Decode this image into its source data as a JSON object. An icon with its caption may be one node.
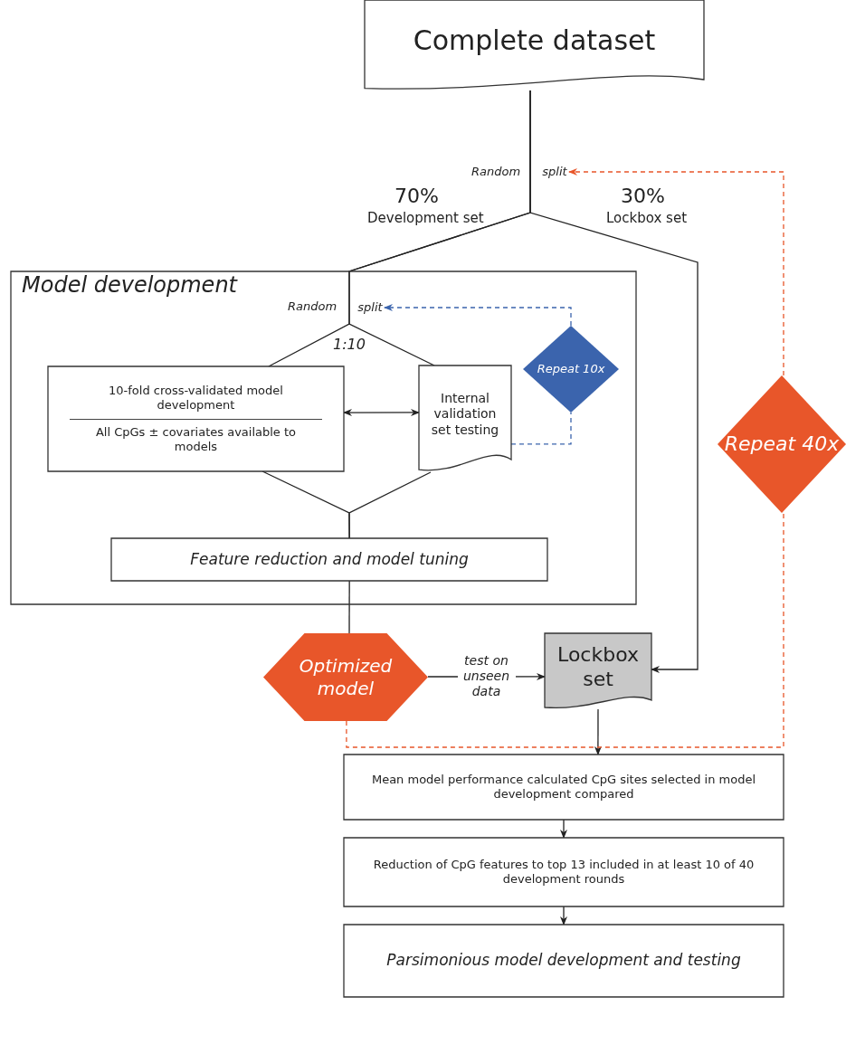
{
  "diagram": {
    "nodes": [
      {
        "text": [
          "Complete dataset"
        ]
      },
      {
        "text": [
          "Model development"
        ]
      },
      {
        "text": [
          "10-fold cross-validated model development",
          "All CpGs ± covariates available to models"
        ],
        "in": 1
      },
      {
        "text": [
          "Internal validation set testing"
        ],
        "in": 1
      },
      {
        "text": [
          "Repeat 10x"
        ],
        "in": 1
      },
      {
        "text": [
          "Feature reduction and model tuning"
        ],
        "in": 1
      },
      {
        "text": [
          "Optimized model"
        ]
      },
      {
        "text": [
          "Lockbox set"
        ]
      },
      {
        "text": [
          "Repeat 40x"
        ]
      },
      {
        "text": [
          "Mean model performance calculated CpG sites selected in model development compared"
        ]
      },
      {
        "text": [
          "Reduction of CpG features to top 13 included in at least 10 of 40 development rounds"
        ]
      },
      {
        "text": [
          "Parsimonious model development and testing"
        ]
      },
      {
        "text": [
          "split"
        ]
      },
      {
        "text": [
          "split"
        ],
        "in": 1
      }
    ],
    "edges": [
      {
        "from": 0,
        "to": 2,
        "arrow": "none"
      },
      {
        "from": 0,
        "to": 3,
        "arrow": "none"
      },
      {
        "from": 0,
        "to": 7,
        "arrow": "to"
      },
      {
        "from": 2,
        "to": 3,
        "arrow": "both"
      },
      {
        "from": 2,
        "to": 5,
        "arrow": "none"
      },
      {
        "from": 3,
        "to": 5,
        "arrow": "none"
      },
      {
        "from": 5,
        "to": 6,
        "arrow": "none"
      },
      {
        "from": 6,
        "to": 7,
        "arrow": "to",
        "label": "test on unseen data"
      },
      {
        "from": 7,
        "to": 9,
        "arrow": "to"
      },
      {
        "from": 9,
        "to": 10,
        "arrow": "to"
      },
      {
        "from": 10,
        "to": 11,
        "arrow": "to"
      },
      {
        "from": 3,
        "to": 4,
        "arrow": "none",
        "style": "dashed",
        "color": "#3b64ad"
      },
      {
        "from": 4,
        "to": 13,
        "arrow": "to",
        "style": "dashed",
        "color": "#3b64ad"
      },
      {
        "from": 6,
        "to": 8,
        "arrow": "none",
        "style": "dashed",
        "color": "#e8562a"
      },
      {
        "from": 8,
        "to": 12,
        "arrow": "to",
        "style": "dashed",
        "color": "#e8562a"
      }
    ],
    "labels": [
      "Random",
      "70%",
      "Development set",
      "30%",
      "Lockbox set",
      "Random",
      "1:10"
    ]
  }
}
